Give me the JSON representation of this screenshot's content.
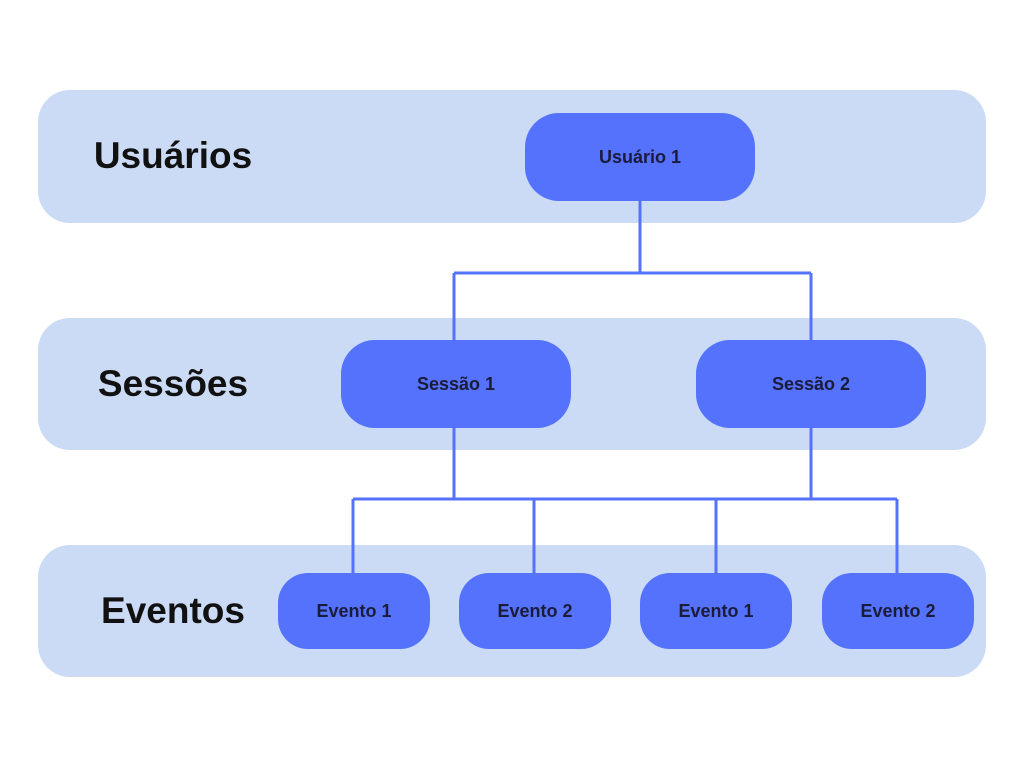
{
  "levels": {
    "users": "Usuários",
    "sessions": "Sessões",
    "events": "Eventos"
  },
  "nodes": {
    "user_1": "Usuário 1",
    "session_1": "Sessão 1",
    "session_2": "Sessão 2",
    "event_1a": "Evento 1",
    "event_2a": "Evento 2",
    "event_1b": "Evento 1",
    "event_2b": "Evento 2"
  },
  "colors": {
    "band": "#cbdbf6",
    "node": "#5472fc",
    "connector": "#5472fc"
  }
}
